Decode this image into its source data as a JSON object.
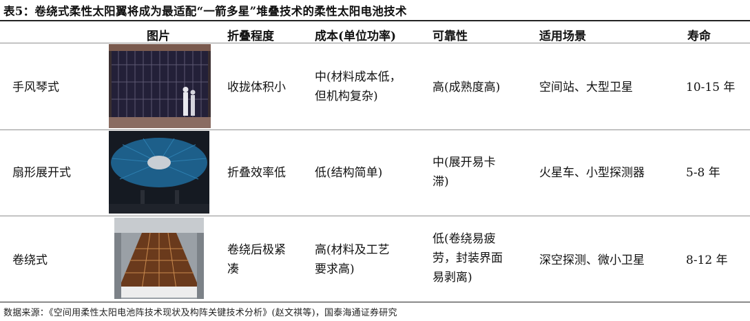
{
  "title": "表5：卷绕式柔性太阳翼将成为最适配“一箭多星”堆叠技术的柔性太阳电池技术",
  "headers": {
    "picture": "图片",
    "folding": "折叠程度",
    "cost": "成本(单位功率)",
    "reliability": "可靠性",
    "scenario": "适用场景",
    "lifespan": "寿命"
  },
  "rows": [
    {
      "type": "手风琴式",
      "folding": [
        "收拢体积小"
      ],
      "cost": [
        "中(材料成本低，",
        "但机构复杂)"
      ],
      "reliability": [
        "高(成熟度高)"
      ],
      "scenario": "空间站、大型卫星",
      "lifespan": "10-15 年"
    },
    {
      "type": "扇形展开式",
      "folding": [
        "折叠效率低"
      ],
      "cost": [
        "低(结构简单)"
      ],
      "reliability": [
        "中(展开易卡",
        "滞)"
      ],
      "scenario": "火星车、小型探测器",
      "lifespan": "5-8 年"
    },
    {
      "type": "卷绕式",
      "folding": [
        "卷绕后极紧",
        "凑"
      ],
      "cost": [
        "高(材料及工艺",
        "要求高)"
      ],
      "reliability": [
        "低(卷绕易疲",
        "劳，封装界面",
        "易剥离)"
      ],
      "scenario": "深空探测、微小卫星",
      "lifespan": "8-12 年"
    }
  ],
  "footer": "数据来源：《空间用柔性太阳电池阵技术现状及构阵关键技术分析》(赵文祺等)，国泰海通证券研究"
}
